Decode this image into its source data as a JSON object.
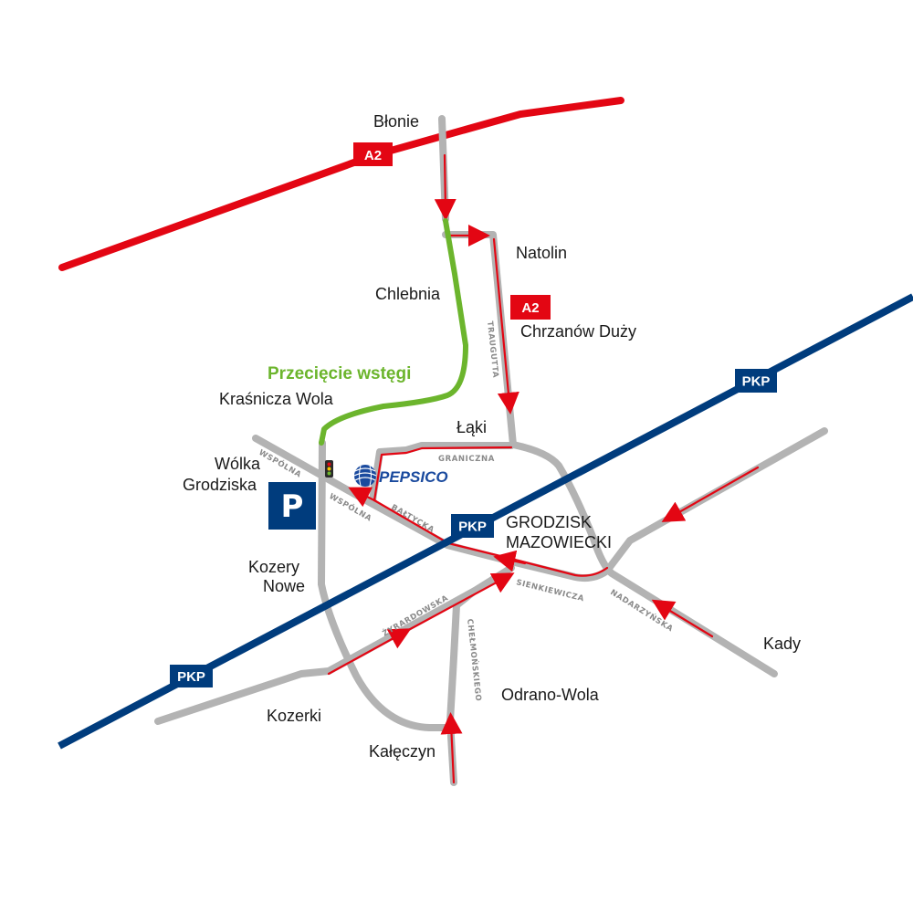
{
  "colors": {
    "a2_road": "#e30613",
    "railway": "#003c7d",
    "local_road": "#b3b3b3",
    "route": "#e30613",
    "ribbon_route": "#6cb52d",
    "pepsico_blue": "#1a4a9e"
  },
  "roads": {
    "a2_badge_top": "A2",
    "a2_badge_right": "A2",
    "pkp_badge_right": "PKP",
    "pkp_badge_center": "PKP",
    "pkp_badge_left": "PKP"
  },
  "places": {
    "blonie": "Błonie",
    "natolin": "Natolin",
    "chlebnia": "Chlebnia",
    "chrzanow": "Chrzanów Duży",
    "krasnicza": "Kraśnicza Wola",
    "laki": "Łąki",
    "wolka_1": "Wólka",
    "wolka_2": "Grodziska",
    "grodzisk_1": "GRODZISK",
    "grodzisk_2": "MAZOWIECKI",
    "kozery_1": "Kozery",
    "kozery_2": "Nowe",
    "kady": "Kady",
    "kozerki": "Kozerki",
    "odrano": "Odrano-Wola",
    "kaleczyn": "Kałęczyn"
  },
  "streets": {
    "traugutta": "TRAUGUTTA",
    "graniczna": "GRANICZNA",
    "wspolna_1": "WSPÓLNA",
    "wspolna_2": "WSPÓLNA",
    "baltycka": "BAŁTYCKA",
    "sienkiewicza": "SIENKIEWICZA",
    "nadarzynska": "NADARZYŃSKA",
    "zyrardowska": "ŻYRARDOWSKA",
    "chelmonskiego": "CHEŁMOŃSKIEGO"
  },
  "ribbon_label": "Przecięcie wstęgi",
  "logo": {
    "brand": "PEPSICO"
  },
  "parking": {
    "label": "P"
  }
}
